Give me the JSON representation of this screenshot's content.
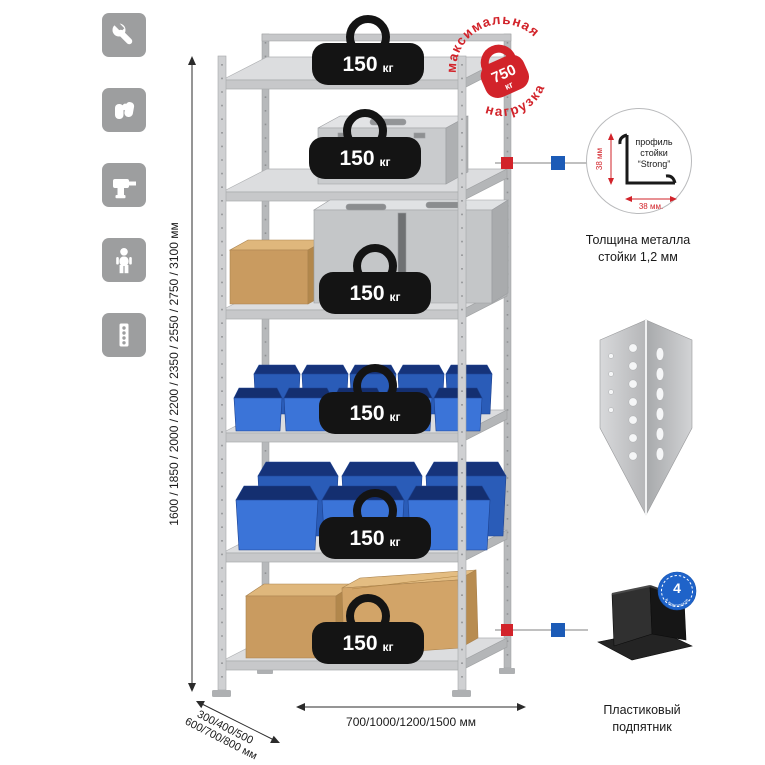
{
  "colors": {
    "red": "#d2232a",
    "blue": "#1c5bb7",
    "icon_gray": "#9d9e9f",
    "bin_blue": "#2a5cb8",
    "metal_gray": "#cfd0d2"
  },
  "sidebar": {
    "icons": [
      {
        "name": "wrench-icon"
      },
      {
        "name": "gloves-icon"
      },
      {
        "name": "drill-icon"
      },
      {
        "name": "person-icon"
      },
      {
        "name": "rack-profile-icon"
      }
    ]
  },
  "rack": {
    "shelves": [
      {
        "value": "150",
        "unit": "кг"
      },
      {
        "value": "150",
        "unit": "кг"
      },
      {
        "value": "150",
        "unit": "кг"
      },
      {
        "value": "150",
        "unit": "кг"
      },
      {
        "value": "150",
        "unit": "кг"
      },
      {
        "value": "150",
        "unit": "кг"
      }
    ],
    "max_load": {
      "arc_top": "максимальная",
      "arc_bottom": "нагрузка",
      "value": "750",
      "unit": "кг"
    }
  },
  "dimensions": {
    "height": "1600 / 1850 / 2000 / 2200 / 2350 / 2550 / 2750 / 3100 мм",
    "depth_line1": "300/400/500",
    "depth_line2": "600/700/800 мм",
    "width": "700/1000/1200/1500 мм"
  },
  "profile": {
    "line1": "профиль",
    "line2": "стойки",
    "line3": "“Strong”",
    "dim_left": "38 мм",
    "dim_bottom": "38 мм.",
    "caption": "Толщина металла стойки 1,2 мм"
  },
  "foot": {
    "badge_value": "4",
    "badge_text": "в комплекте",
    "caption": "Пластиковый подпятник"
  }
}
